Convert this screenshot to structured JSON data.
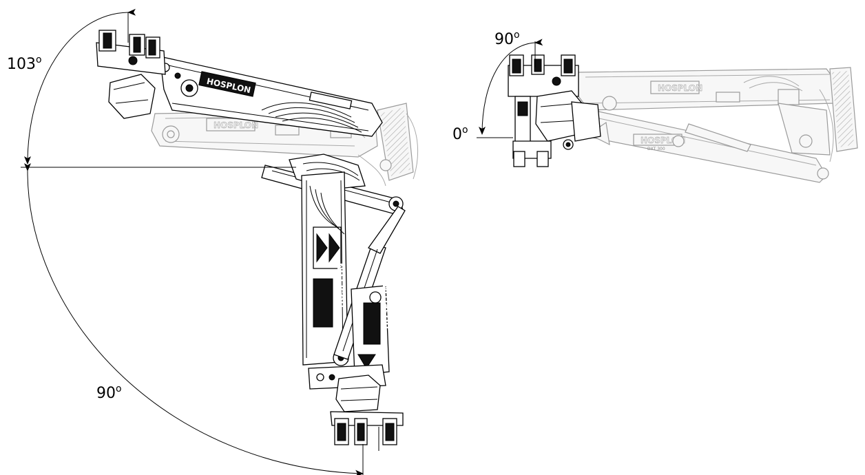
{
  "angles": {
    "left_top": {
      "value": "103",
      "unit": "o"
    },
    "left_bottom": {
      "value": "90",
      "unit": "o"
    },
    "right_top": {
      "value": "90",
      "unit": "o"
    },
    "right_bottom": {
      "value": "0",
      "unit": "o"
    }
  },
  "brand": {
    "name": "HOSPLON",
    "model_tag": "DXT 300"
  },
  "colors": {
    "ink": "#000000",
    "ghost": "#9a9a9a"
  }
}
